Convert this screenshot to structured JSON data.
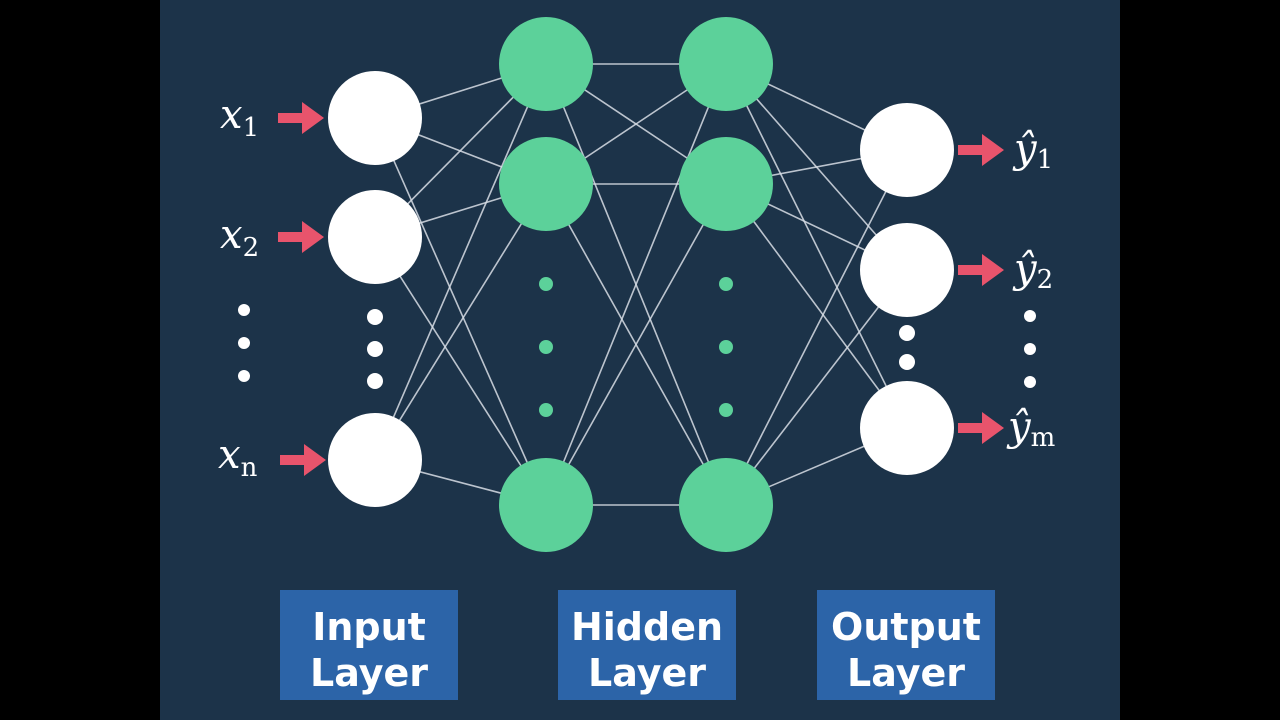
{
  "inputs": [
    {
      "base": "x",
      "sub": "1"
    },
    {
      "base": "x",
      "sub": "2"
    },
    {
      "base": "x",
      "sub": "n"
    }
  ],
  "outputs": [
    {
      "base": "ŷ",
      "sub": "1"
    },
    {
      "base": "ŷ",
      "sub": "2"
    },
    {
      "base": "ŷ",
      "sub": "m"
    }
  ],
  "layers": {
    "input": {
      "line1": "Input",
      "line2": "Layer"
    },
    "hidden": {
      "line1": "Hidden",
      "line2": "Layer"
    },
    "output": {
      "line1": "Output",
      "line2": "Layer"
    }
  },
  "colors": {
    "background": "#1c3349",
    "input_node": "#ffffff",
    "hidden_node": "#5cd19a",
    "output_node": "#ffffff",
    "arrow": "#e8546c",
    "label_box": "#2c64a8"
  }
}
